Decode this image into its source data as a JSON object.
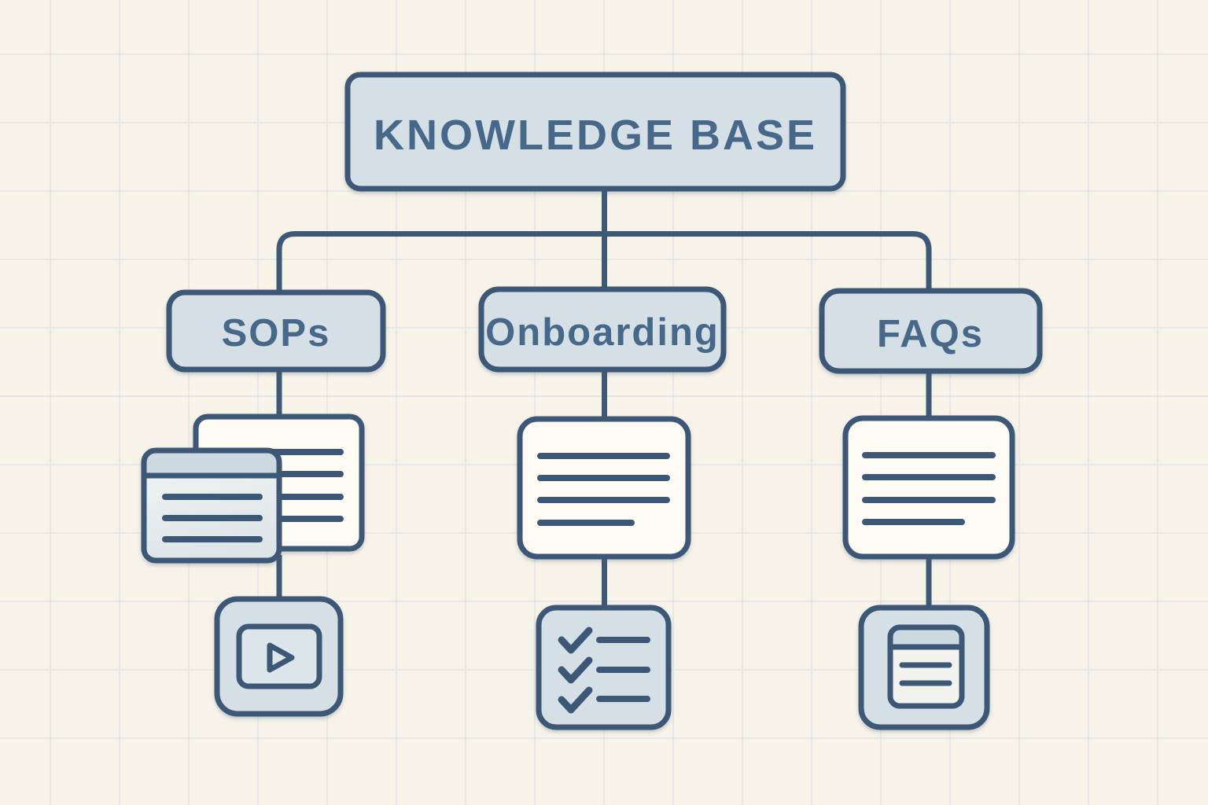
{
  "diagram": {
    "title": "KNOWLEDGE BASE",
    "branches": [
      {
        "id": "sops",
        "label": "SOPs",
        "artifacts": [
          "document-stack-icon",
          "video-player-icon"
        ]
      },
      {
        "id": "onboarding",
        "label": "Onboarding",
        "artifacts": [
          "document-lines-icon",
          "checklist-icon"
        ]
      },
      {
        "id": "faqs",
        "label": "FAQs",
        "artifacts": [
          "document-lines-icon",
          "note-card-icon"
        ]
      }
    ],
    "background": "grid-paper"
  },
  "colors": {
    "ink": "#3c5976",
    "text": "#476889",
    "box-fill": "#d5e0e6",
    "card-fill": "#fdfbf4",
    "inner-fill": "#dce5e9",
    "header-fill": "#ccd9e0",
    "note-fill": "#f2f3ee",
    "bg": "#f7f3e9",
    "grid": "#e4e9e8"
  }
}
